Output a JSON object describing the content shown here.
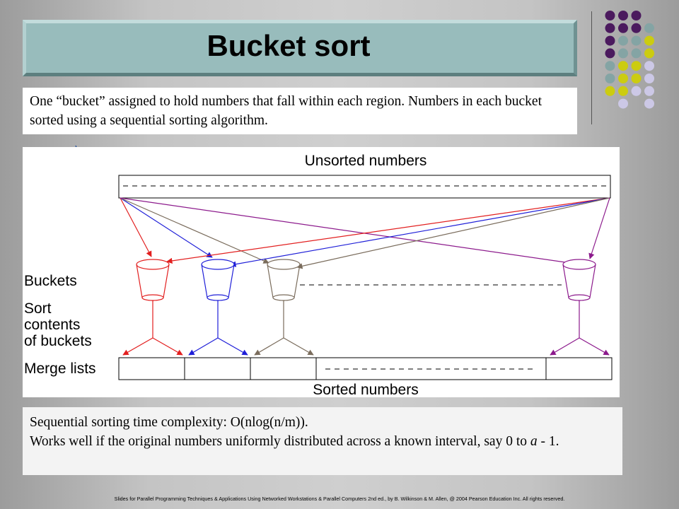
{
  "title": "Bucket sort",
  "intro_text": "One “bucket” assigned to hold numbers that fall within each region. Numbers in each bucket sorted using a sequential sorting algorithm.",
  "diagram": {
    "top_label": "Unsorted numbers",
    "bottom_label": "Sorted numbers",
    "buckets_label": "Buckets",
    "sort_label": [
      "Sort",
      "contents",
      "of buckets"
    ],
    "merge_label": "Merge lists"
  },
  "notes": {
    "line1": "Sequential sorting time complexity: O(nlog(n/m)).",
    "line2": "Works well if the original numbers uniformly distributed across a known interval, say 0 to ",
    "line2_var": "a",
    "line2_end": " - 1."
  },
  "footer": "Slides for Parallel Programming Techniques & Applications Using Networked Workstations & Parallel Computers 2nd ed., by B. Wilkinson & M. Allen, @ 2004 Pearson Education Inc. All rights reserved.",
  "colors": {
    "red": "#e21f1f",
    "blue": "#1f1fd8",
    "taupe": "#7a6c5c",
    "purple": "#8c1a8c",
    "title_bg": "#98bcbc",
    "dot_purple": "#4b1a5e",
    "dot_teal": "#84a4a4",
    "dot_yellow": "#cccc10",
    "dot_lavender": "#ccc8e6"
  }
}
